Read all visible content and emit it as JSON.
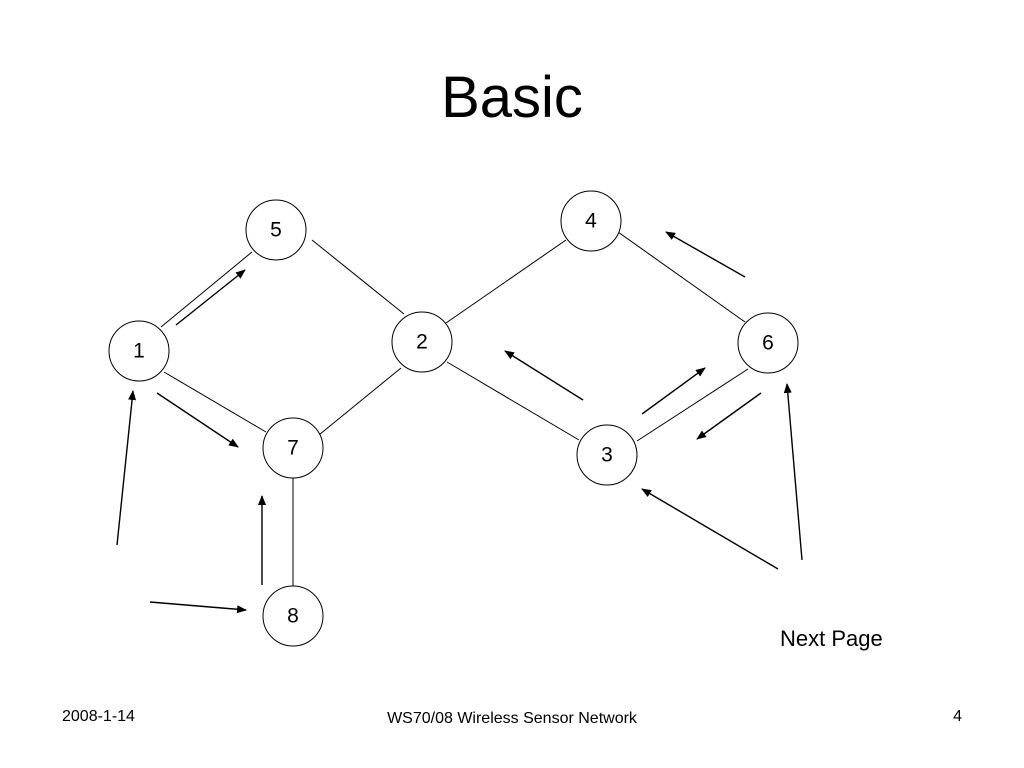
{
  "slide": {
    "title": "Basic",
    "next_page": "Next Page"
  },
  "diagram": {
    "nodes": [
      {
        "id": "1",
        "label": "1"
      },
      {
        "id": "2",
        "label": "2"
      },
      {
        "id": "3",
        "label": "3"
      },
      {
        "id": "4",
        "label": "4"
      },
      {
        "id": "5",
        "label": "5"
      },
      {
        "id": "6",
        "label": "6"
      },
      {
        "id": "7",
        "label": "7"
      },
      {
        "id": "8",
        "label": "8"
      }
    ],
    "edges": [
      {
        "from": "1",
        "to": "5"
      },
      {
        "from": "1",
        "to": "7"
      },
      {
        "from": "5",
        "to": "2"
      },
      {
        "from": "7",
        "to": "2"
      },
      {
        "from": "7",
        "to": "8"
      },
      {
        "from": "2",
        "to": "4"
      },
      {
        "from": "2",
        "to": "3"
      },
      {
        "from": "4",
        "to": "6"
      },
      {
        "from": "3",
        "to": "6"
      }
    ]
  },
  "footer": {
    "date": "2008-1-14",
    "course": "WS70/08 Wireless Sensor Network",
    "page_number": "4"
  }
}
